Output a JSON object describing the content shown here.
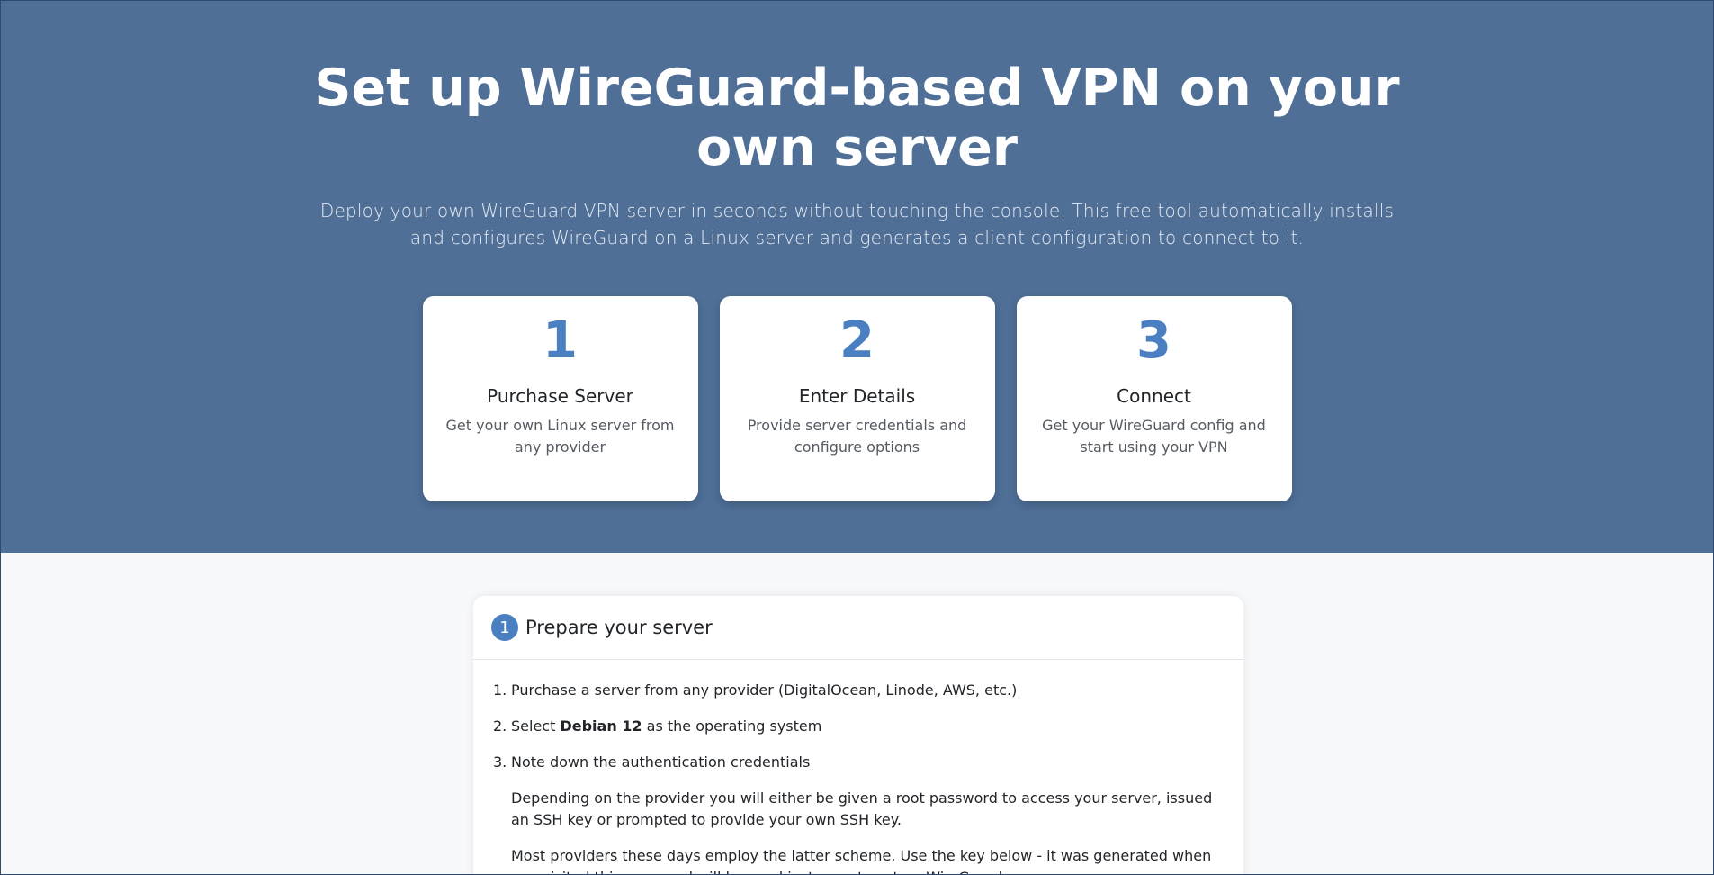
{
  "hero": {
    "title": "Set up WireGuard-based VPN on your own server",
    "subtitle": "Deploy your own WireGuard VPN server in seconds without touching the console. This free tool automatically installs and configures WireGuard on a Linux server and generates a client configuration to connect to it."
  },
  "steps": [
    {
      "number": "1",
      "title": "Purchase Server",
      "desc": "Get your own Linux server from any provider"
    },
    {
      "number": "2",
      "title": "Enter Details",
      "desc": "Provide server credentials and configure options"
    },
    {
      "number": "3",
      "title": "Connect",
      "desc": "Get your WireGuard config and start using your VPN"
    }
  ],
  "prepare": {
    "badge": "1",
    "title": "Prepare your server",
    "items": [
      {
        "num": "1.",
        "text": "Purchase a server from any provider (DigitalOcean, Linode, AWS, etc.)"
      },
      {
        "num": "2.",
        "pre": "Select ",
        "bold": "Debian 12",
        "post": " as the operating system"
      },
      {
        "num": "3.",
        "text": "Note down the authentication credentials"
      }
    ],
    "notes": [
      "Depending on the provider you will either be given a root password to access your server, issued an SSH key or prompted to provide your own SSH key.",
      "Most providers these days employ the latter scheme. Use the key below - it was generated when you visited this page and will be used just once to set up WireGuard on your server."
    ]
  },
  "colors": {
    "hero_bg": "#4f6f97",
    "accent": "#4a7fc1"
  }
}
